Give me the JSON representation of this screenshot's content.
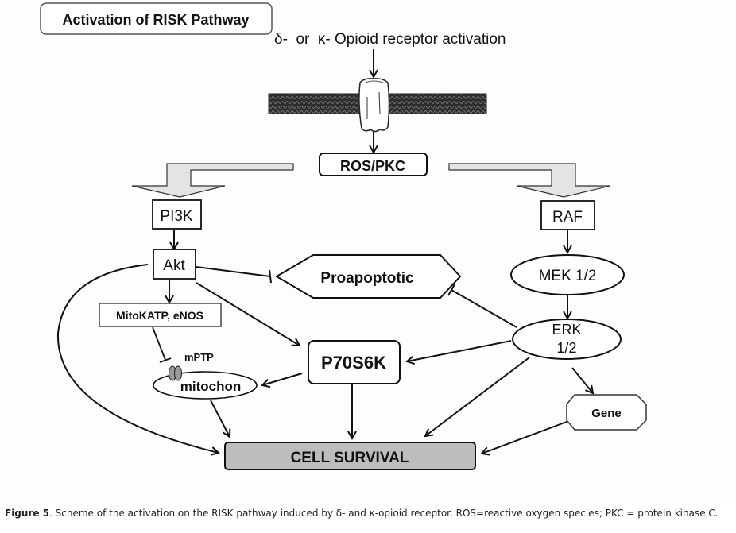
{
  "diagram": {
    "title": "Activation of RISK Pathway",
    "receptor_label": "δ-  or  κ- Opioid receptor activation",
    "nodes": {
      "ros_pkc": "ROS/PKC",
      "pi3k": "PI3K",
      "raf": "RAF",
      "akt": "Akt",
      "mek": "MEK 1/2",
      "erk_line1": "ERK",
      "erk_line2": "1/2",
      "proapoptotic": "Proapoptotic",
      "mitokatp": "MitoKATP, eNOS",
      "mptp": "mPTP",
      "mitochon": "mitochon",
      "p70s6k": "P70S6K",
      "gene": "Gene",
      "cell_survival": "CELL SURVIVAL"
    },
    "colors": {
      "line": "#111111",
      "cell_survival_fill": "#bdbdbd",
      "big_arrow_fill": "#e4e4e4",
      "membrane": "#3a3a3a",
      "mptp_fill": "#9a9a9a"
    }
  },
  "caption": {
    "label": "Figure 5",
    "text": ". Scheme of the activation on the RISK pathway induced by δ- and κ-opioid receptor. ROS=reactive oxygen species; PKC = protein kinase C."
  }
}
